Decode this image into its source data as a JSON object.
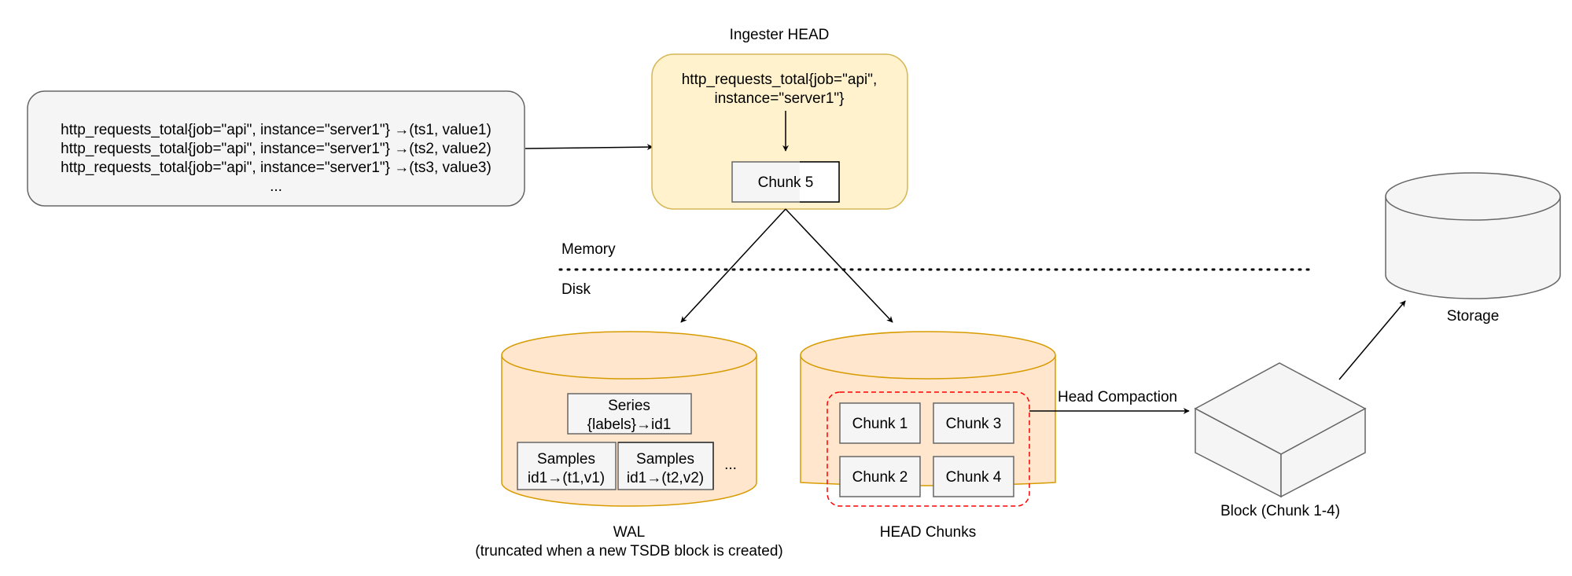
{
  "input": {
    "lines": [
      "http_requests_total{job=\"api\", instance=\"server1\"} →(ts1, value1)",
      "http_requests_total{job=\"api\", instance=\"server1\"} →(ts2, value2)",
      "http_requests_total{job=\"api\", instance=\"server1\"} →(ts3, value3)",
      "..."
    ]
  },
  "head": {
    "title": "Ingester HEAD",
    "series_line1": "http_requests_total{job=\"api\",",
    "series_line2": "instance=\"server1\"}",
    "chunk": "Chunk 5"
  },
  "divider": {
    "memory_label": "Memory",
    "disk_label": "Disk"
  },
  "wal": {
    "series_title": "Series",
    "series_map": "{labels}→id1",
    "samples1_title": "Samples",
    "samples1_map": "id1→(t1,v1)",
    "samples2_title": "Samples",
    "samples2_map": "id1→(t2,v2)",
    "more": "...",
    "label": "WAL",
    "note": "(truncated when a new TSDB block is created)"
  },
  "head_chunks": {
    "chunks": [
      "Chunk 1",
      "Chunk 3",
      "Chunk 2",
      "Chunk 4"
    ],
    "label": "HEAD Chunks"
  },
  "compaction": {
    "label": "Head Compaction"
  },
  "block": {
    "label": "Block (Chunk 1-4)"
  },
  "storage": {
    "label": "Storage"
  },
  "colors": {
    "head_fill": "#fff2cc",
    "head_stroke": "#d6b656",
    "cylinder_fill": "#ffe6cc",
    "cylinder_stroke": "#d79b00",
    "gray_fill": "#f5f5f5",
    "gray_stroke": "#666666",
    "dashed_group": "#ff0000"
  }
}
